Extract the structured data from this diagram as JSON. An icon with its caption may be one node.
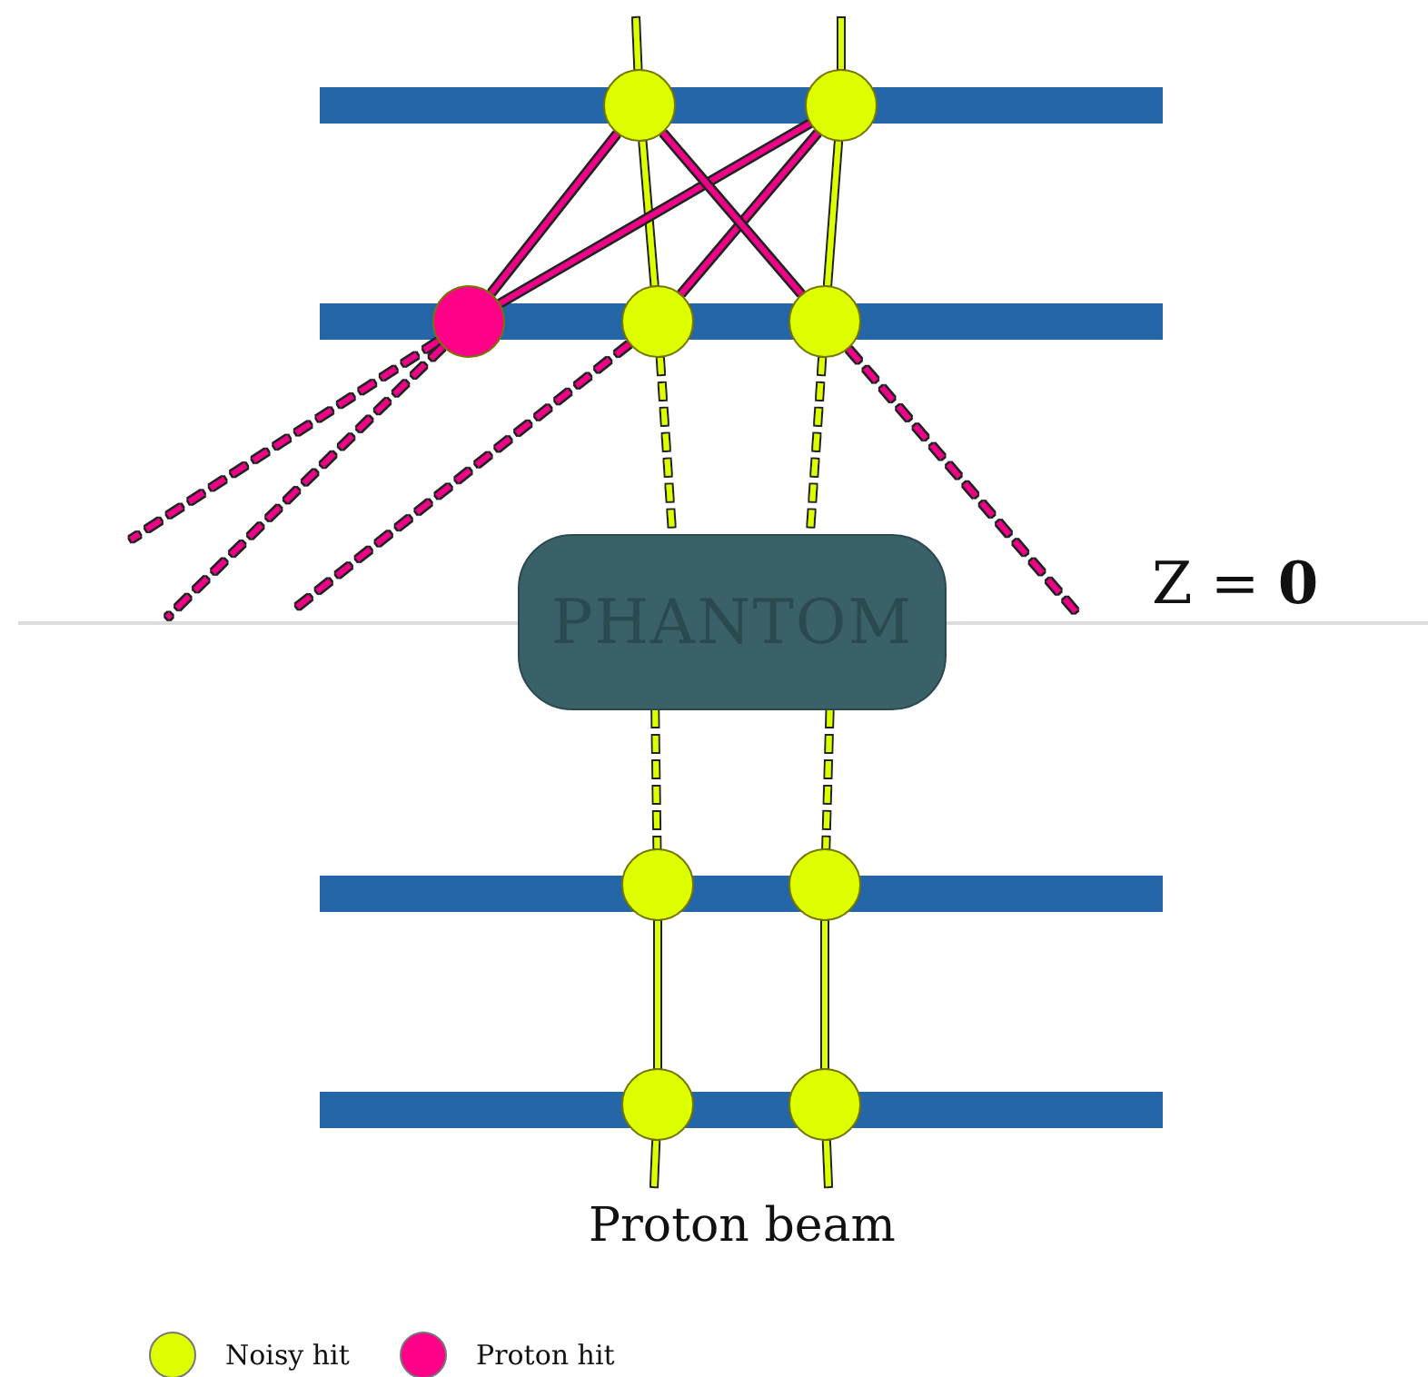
{
  "diagram": {
    "nodes": [
      {
        "text": [],
        "shape": "circle"
      },
      {
        "text": [],
        "shape": "circle"
      },
      {
        "text": [],
        "shape": "circle"
      },
      {
        "text": [],
        "shape": "circle"
      },
      {
        "text": [],
        "shape": "circle"
      },
      {
        "text": [
          "PHANTOM"
        ]
      },
      {
        "text": [],
        "shape": "circle"
      },
      {
        "text": [],
        "shape": "circle"
      },
      {
        "text": [],
        "shape": "circle"
      },
      {
        "text": [],
        "shape": "circle"
      }
    ],
    "edges": [
      {
        "from": null,
        "to": 0,
        "arrow": "none"
      },
      {
        "from": null,
        "to": 1,
        "arrow": "none"
      },
      {
        "from": 0,
        "to": 3,
        "arrow": "none"
      },
      {
        "from": 1,
        "to": 4,
        "arrow": "none"
      },
      {
        "from": 0,
        "to": 2,
        "arrow": "none",
        "color": "#ee0088"
      },
      {
        "from": 1,
        "to": 2,
        "arrow": "none",
        "color": "#ee0088"
      },
      {
        "from": 1,
        "to": 3,
        "arrow": "none",
        "color": "#ee0088"
      },
      {
        "from": 0,
        "to": 4,
        "arrow": "none",
        "color": "#ee0088"
      },
      {
        "from": 2,
        "to": null,
        "arrow": "none",
        "style": "dashed",
        "color": "#ee0088"
      },
      {
        "from": 2,
        "to": null,
        "arrow": "none",
        "style": "dashed",
        "color": "#ee0088"
      },
      {
        "from": 3,
        "to": null,
        "arrow": "none",
        "style": "dashed",
        "color": "#ee0088"
      },
      {
        "from": 4,
        "to": null,
        "arrow": "none",
        "style": "dashed",
        "color": "#ee0088"
      },
      {
        "from": 3,
        "to": 5,
        "arrow": "none",
        "style": "dashed"
      },
      {
        "from": 4,
        "to": 5,
        "arrow": "none",
        "style": "dashed"
      },
      {
        "from": 5,
        "to": 6,
        "arrow": "none",
        "style": "dashed"
      },
      {
        "from": 5,
        "to": 7,
        "arrow": "none",
        "style": "dashed"
      },
      {
        "from": 6,
        "to": 8,
        "arrow": "none"
      },
      {
        "from": 7,
        "to": 9,
        "arrow": "none"
      },
      {
        "from": 8,
        "to": null,
        "arrow": "none"
      },
      {
        "from": 9,
        "to": null,
        "arrow": "none"
      }
    ],
    "labels": [
      "Z = **0**",
      "Proton beam"
    ],
    "legend": [
      {
        "text": "Noisy hit",
        "color": "#ddff00"
      },
      {
        "text": "Proton hit",
        "color": "#ff0088"
      }
    ]
  }
}
